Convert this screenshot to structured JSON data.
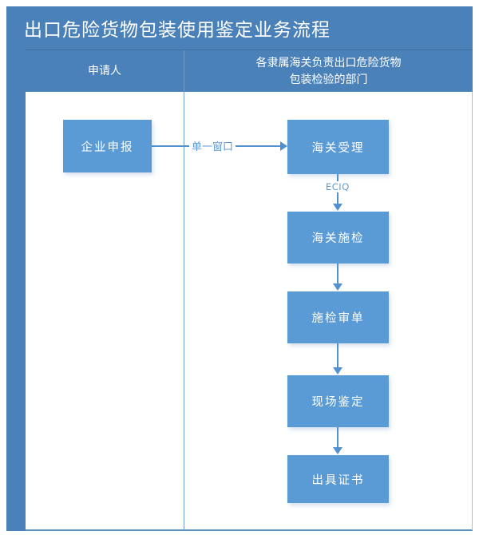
{
  "title": {
    "text": "出口危险货物包装使用鉴定业务流程"
  },
  "columns": [
    {
      "label": "申请人"
    },
    {
      "label": "各隶属海关负责出口危险货物\n包装检验的部门"
    }
  ],
  "nodes": [
    {
      "id": "enterprise-declaration",
      "label": "企业申报",
      "lane": "applicant"
    },
    {
      "id": "customs-acceptance",
      "label": "海关受理",
      "lane": "customs"
    },
    {
      "id": "customs-inspection",
      "label": "海关施检",
      "lane": "customs"
    },
    {
      "id": "inspection-doc-review",
      "label": "施检审单",
      "lane": "customs"
    },
    {
      "id": "onsite-appraisal",
      "label": "现场鉴定",
      "lane": "customs"
    },
    {
      "id": "issue-certificate",
      "label": "出具证书",
      "lane": "customs"
    }
  ],
  "edges": [
    {
      "id": "e1",
      "from": "enterprise-declaration",
      "to": "customs-acceptance",
      "label": "单一窗口",
      "direction": "right"
    },
    {
      "id": "e2",
      "from": "customs-acceptance",
      "to": "customs-inspection",
      "label": "ECIQ",
      "direction": "down"
    },
    {
      "id": "e3",
      "from": "customs-inspection",
      "to": "inspection-doc-review",
      "label": "",
      "direction": "down"
    },
    {
      "id": "e4",
      "from": "inspection-doc-review",
      "to": "onsite-appraisal",
      "label": "",
      "direction": "down"
    },
    {
      "id": "e5",
      "from": "onsite-appraisal",
      "to": "issue-certificate",
      "label": "",
      "direction": "down"
    }
  ],
  "colors": {
    "header_blue": "#4A81B8",
    "node_blue": "#5B9BD5",
    "connector_blue": "#5192CE",
    "text_white": "#FFFFFF",
    "canvas_white": "#FFFFFF"
  }
}
